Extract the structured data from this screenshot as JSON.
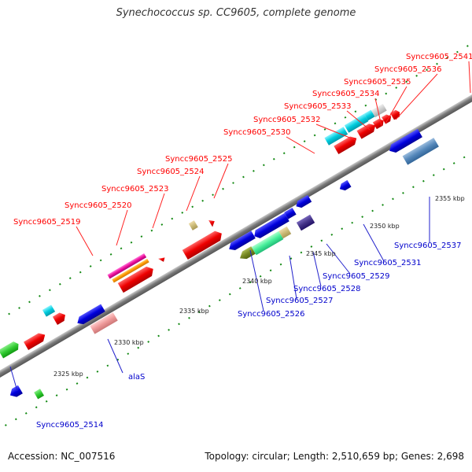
{
  "title": "Synechococcus sp. CC9605, complete genome",
  "footer": {
    "accession": "Accession: NC_007516",
    "summary": "Topology: circular; Length: 2,510,659 bp; Genes: 2,698"
  },
  "kbp_ticks": [
    "2325 kbp",
    "2330 kbp",
    "2335 kbp",
    "2340 kbp",
    "2345 kbp",
    "2350 kbp",
    "2355 kbp"
  ],
  "top_labels": [
    "Syncc9605_2519",
    "Syncc9605_2520",
    "Syncc9605_2523",
    "Syncc9605_2524",
    "Syncc9605_2525",
    "Syncc9605_2530",
    "Syncc9605_2532",
    "Syncc9605_2533",
    "Syncc9605_2534",
    "Syncc9605_2535",
    "Syncc9605_2536",
    "Syncc9605_2541"
  ],
  "bottom_labels": [
    "Syncc9605_2514",
    "alaS",
    "Syncc9605_2526",
    "Syncc9605_2527",
    "Syncc9605_2528",
    "Syncc9605_2529",
    "Syncc9605_2531",
    "Syncc9605_2537"
  ],
  "colors": {
    "forward_label": "#ff0000",
    "reverse_label": "#0000cc",
    "backbone": "#888888",
    "red_gene": "#ee0000",
    "blue_gene": "#0000dd",
    "cyan_gene": "#00ccdd",
    "green_gene": "#33cc33"
  }
}
